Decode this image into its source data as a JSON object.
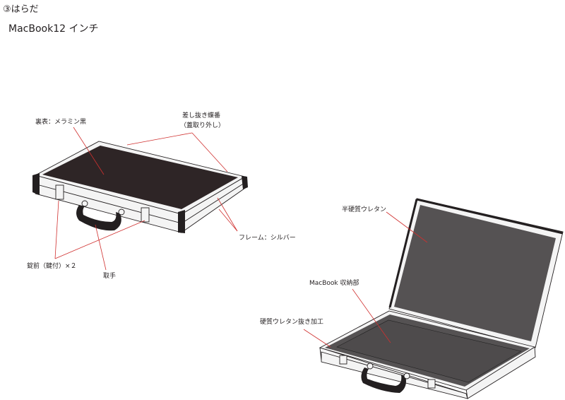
{
  "header": {
    "title": "③はらだ",
    "subtitle": "MacBook12 インチ"
  },
  "closed_case": {
    "labels": {
      "surface": "裏表：メラミン黒",
      "hinge_line1": "差し抜き蝶番",
      "hinge_line2": "（蓋取り外し）",
      "frame": "フレーム：シルバー",
      "lock": "錠前（鍵付）×２",
      "handle": "取手"
    }
  },
  "open_case": {
    "labels": {
      "lid_foam": "半硬質ウレタン",
      "storage": "MacBook 収納部",
      "base_foam": "硬質ウレタン抜き加工"
    }
  },
  "colors": {
    "leader_line": "#d0302f",
    "melamine": "#2e2526",
    "foam": "#555253",
    "frame": "#f4f4f4",
    "corner": "#231f20"
  }
}
